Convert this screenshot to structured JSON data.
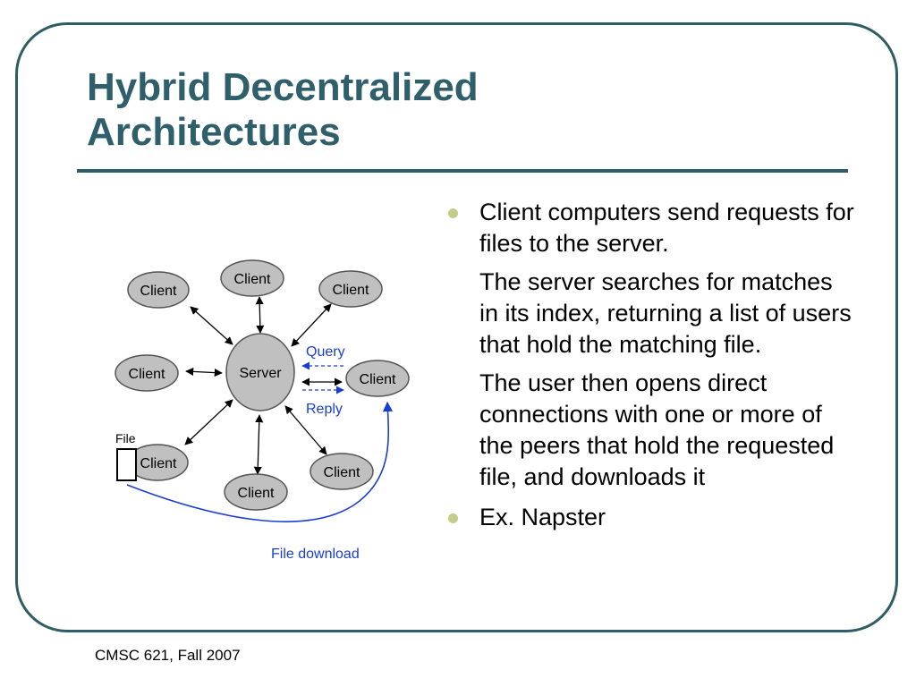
{
  "slide": {
    "title_line1": "Hybrid Decentralized",
    "title_line2": "Architectures",
    "footer": "CMSC 621, Fall 2007"
  },
  "bullets": [
    {
      "paragraphs": [
        "Client computers send requests for files to the server.",
        "The server searches for matches in its index, returning a list of users that hold the matching file.",
        "The user then opens direct connections with one or more of the peers that hold the requested file, and downloads it"
      ]
    },
    {
      "paragraphs": [
        "Ex. Napster"
      ]
    }
  ],
  "diagram": {
    "server": "Server",
    "clients": [
      "Client",
      "Client",
      "Client",
      "Client",
      "Client",
      "Client",
      "Client",
      "Client"
    ],
    "query_label": "Query",
    "reply_label": "Reply",
    "file_label": "File",
    "download_label": "File download",
    "colors": {
      "node_fill": "#c0c0c0",
      "node_stroke": "#555555",
      "flow": "#1a3fd0",
      "accent": "#2e5d66",
      "bullet": "#c5cc8a"
    }
  }
}
